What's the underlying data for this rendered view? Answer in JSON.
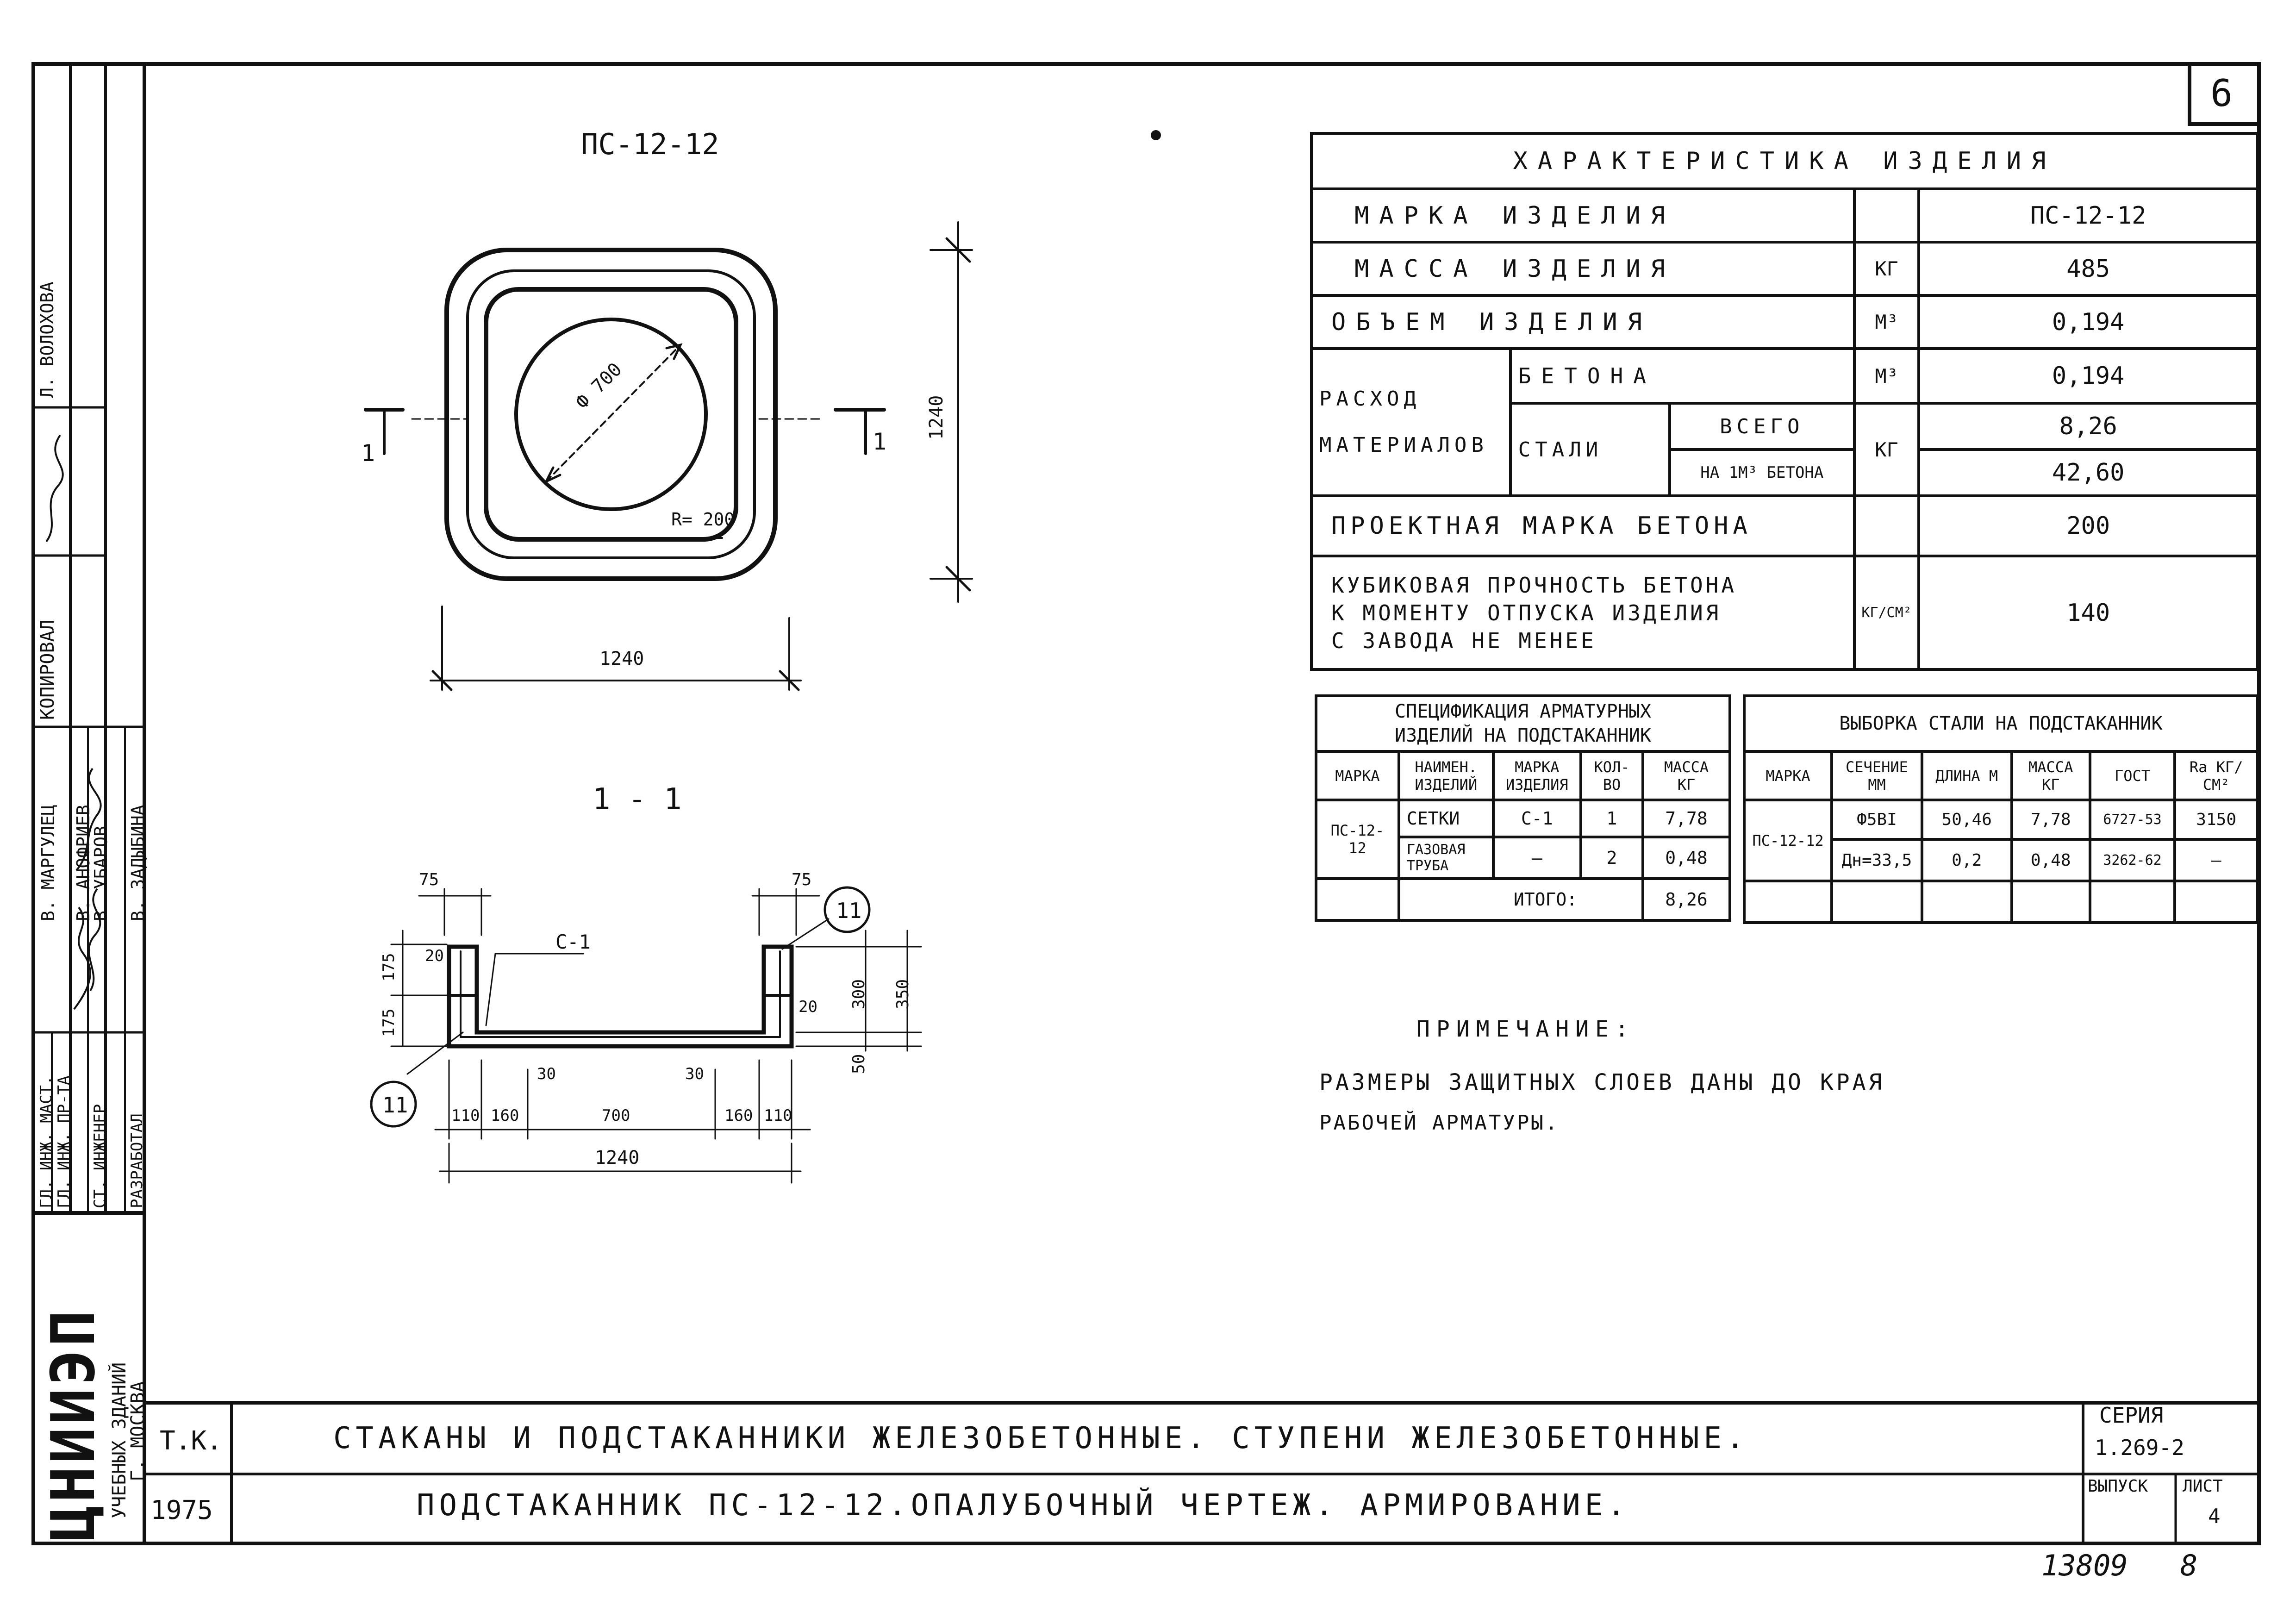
{
  "sheet": {
    "page_no": "6",
    "inventory_no": "13809",
    "inventory_suffix": "8"
  },
  "views": {
    "plan_title": "ПС-12-12",
    "section_title": "1 - 1",
    "plan_dim_width": "1240",
    "plan_dim_height": "1240",
    "plan_hole_dia": "Ф 700",
    "plan_radius": "R= 200",
    "cut_mark": "1",
    "sec_dim_75_left": "75",
    "sec_dim_75_right": "75",
    "sec_dim_175_a": "175",
    "sec_dim_175_b": "175",
    "sec_dim_20_left": "20",
    "sec_dim_20_right": "20",
    "sec_label_c1": "С-1",
    "sec_callout": "11",
    "sec_dim_300": "300",
    "sec_dim_350": "350",
    "sec_dim_50": "50",
    "sec_dim_30_left": "30",
    "sec_dim_30_right": "30",
    "sec_dim_110_left": "110",
    "sec_dim_160_left": "160",
    "sec_dim_700": "700",
    "sec_dim_160_right": "160",
    "sec_dim_110_right": "110",
    "sec_dim_1240": "1240"
  },
  "characteristics": {
    "title": "ХАРАКТЕРИСТИКА ИЗДЕЛИЯ",
    "mark_label": "МАРКА ИЗДЕЛИЯ",
    "mark_value": "ПС-12-12",
    "mass_label": "МАССА ИЗДЕЛИЯ",
    "mass_unit": "КГ",
    "mass_value": "485",
    "volume_label": "ОБЪЕМ ИЗДЕЛИЯ",
    "volume_unit": "М³",
    "volume_value": "0,194",
    "consumption_label_1": "РАСХОД",
    "consumption_label_2": "МАТЕРИАЛОВ",
    "concrete_label": "БЕТОНА",
    "concrete_unit": "М³",
    "concrete_value": "0,194",
    "steel_label": "СТАЛИ",
    "steel_total_label": "ВСЕГО",
    "steel_unit": "КГ",
    "steel_total_value": "8,26",
    "steel_per_m3_label": "НА 1М³ БЕТОНА",
    "steel_per_m3_value": "42,60",
    "grade_label": "ПРОЕКТНАЯ МАРКА БЕТОНА",
    "grade_value": "200",
    "strength_label_1": "КУБИКОВАЯ ПРОЧНОСТЬ БЕТОНА",
    "strength_label_2": "К МОМЕНТУ ОТПУСКА ИЗДЕЛИЯ",
    "strength_label_3": "С ЗАВОДА НЕ МЕНЕЕ",
    "strength_unit": "КГ/СМ²",
    "strength_value": "140"
  },
  "spec": {
    "title_1": "СПЕЦИФИКАЦИЯ АРМАТУРНЫХ",
    "title_2": "ИЗДЕЛИЙ НА ПОДСТАКАННИК",
    "headers": [
      "МАРКА",
      "НАИМЕН. ИЗДЕЛИЙ",
      "МАРКА ИЗДЕЛИЯ",
      "КОЛ-ВО",
      "МАССА КГ"
    ],
    "mark": "ПС-12-12",
    "rows": [
      {
        "name": "СЕТКИ",
        "item_mark": "С-1",
        "qty": "1",
        "mass": "7,78"
      },
      {
        "name": "ГАЗОВАЯ ТРУБА",
        "item_mark": "—",
        "qty": "2",
        "mass": "0,48"
      }
    ],
    "total_label": "ИТОГО:",
    "total_value": "8,26"
  },
  "steel_selection": {
    "title": "ВЫБОРКА СТАЛИ НА ПОДСТАКАННИК",
    "headers": [
      "МАРКА",
      "СЕЧЕНИЕ ММ",
      "ДЛИНА М",
      "МАССА КГ",
      "ГОСТ",
      "Rа КГ/СМ²"
    ],
    "mark": "ПС-12-12",
    "rows": [
      {
        "section": "Ф5ВI",
        "length": "50,46",
        "mass": "7,78",
        "gost": "6727-53",
        "ra": "3150"
      },
      {
        "section": "Дн=33,5",
        "length": "0,2",
        "mass": "0,48",
        "gost": "3262-62",
        "ra": "—"
      }
    ]
  },
  "note": {
    "title": "ПРИМЕЧАНИЕ:",
    "line_1": "РАЗМЕРЫ ЗАЩИТНЫХ СЛОЕВ ДАНЫ ДО КРАЯ",
    "line_2": "РАБОЧЕЙ АРМАТУРЫ."
  },
  "title_block": {
    "tk": "Т.К.",
    "year": "1975",
    "line_1": "СТАКАНЫ И ПОДСТАКАННИКИ ЖЕЛЕЗОБЕТОННЫЕ. СТУПЕНИ ЖЕЛЕЗОБЕТОННЫЕ.",
    "line_2": "ПОДСТАКАННИК ПС-12-12.ОПАЛУБОЧНЫЙ ЧЕРТЕЖ. АРМИРОВАНИЕ.",
    "series_label": "СЕРИЯ",
    "series_value": "1.269-2",
    "issue_label": "ВЫПУСК",
    "issue_value": "",
    "sheet_label": "ЛИСТ",
    "sheet_value": "4"
  },
  "side_block": {
    "institute": "ЦНИИЭП",
    "institute_line_2": "УЧЕБНЫХ ЗДАНИЙ",
    "institute_line_3": "Г. МОСКВА",
    "roles": [
      "ГЛ. ИНЖ. МАСТ.",
      "ГЛ. ИНЖ. ПР-ТА",
      "СТ. ИНЖЕНЕР",
      "РАЗРАБОТАЛ"
    ],
    "names": [
      "В. МАРГУЛЕЦ",
      "В. АНОФРИЕВ",
      "В. УБАРОВ",
      "В. ЗАДЫБИНА"
    ],
    "copied_label": "КОПИРОВАЛ",
    "copied_name": "Л. ВОЛОХОВА"
  }
}
